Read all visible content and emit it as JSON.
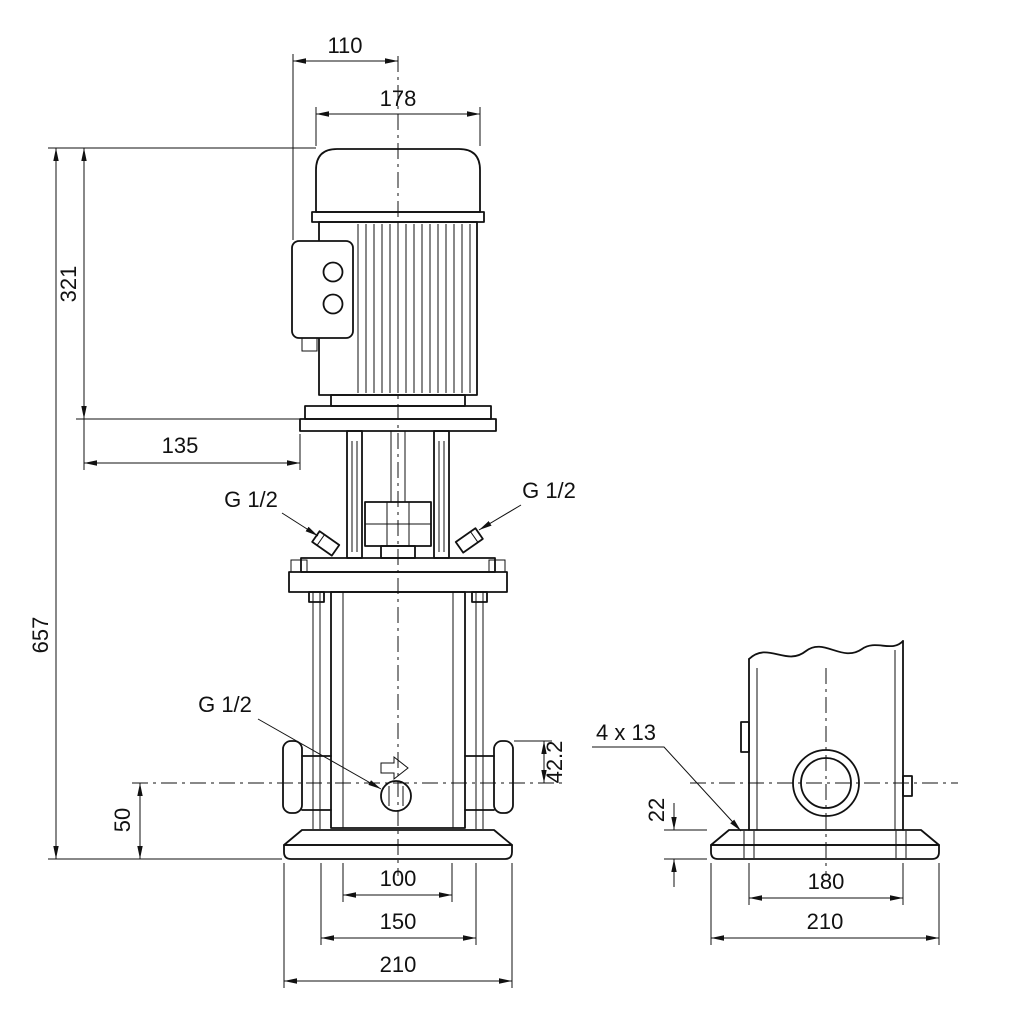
{
  "drawing": {
    "dims": {
      "d110": "110",
      "d178": "178",
      "d321": "321",
      "d657": "657",
      "d135": "135",
      "d50": "50",
      "d42_2": "42.2",
      "d100": "100",
      "d150": "150",
      "d210_front": "210",
      "d22": "22",
      "d180": "180",
      "d210_side": "210",
      "bolt_holes": "4 x 13",
      "plug_top_left": "G 1/2",
      "plug_top_right": "G 1/2",
      "plug_drain": "G 1/2"
    },
    "colors": {
      "line": "#111111",
      "background": "#ffffff"
    }
  }
}
